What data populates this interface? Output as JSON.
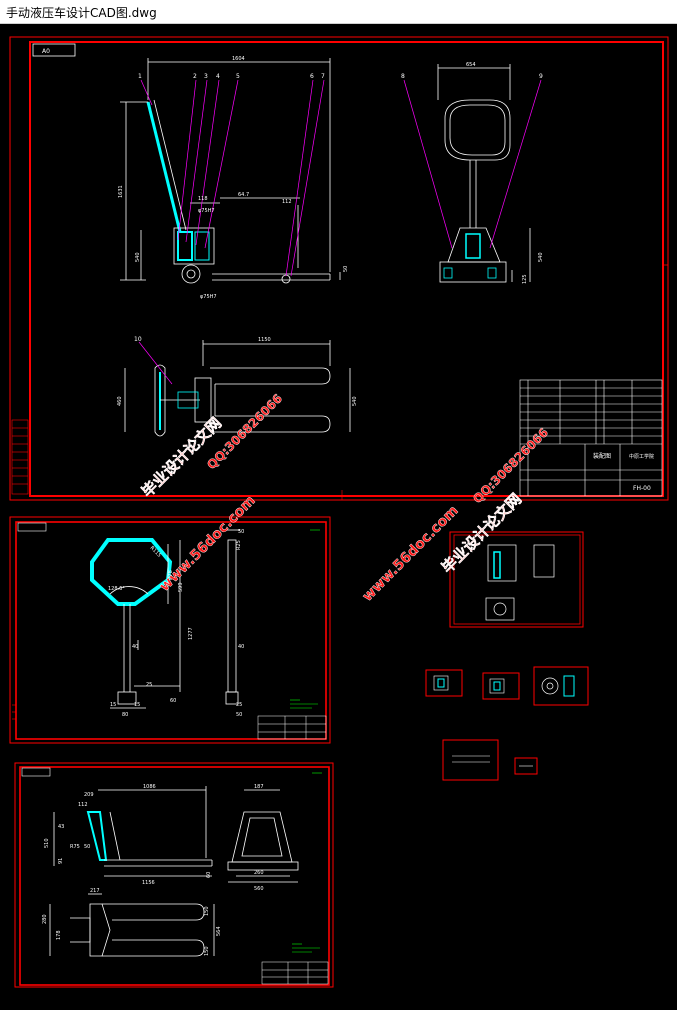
{
  "window": {
    "title": "手动液压车设计CAD图.dwg"
  },
  "sheet1": {
    "format": "A0",
    "dims": {
      "total_length": "1604",
      "height": "1631",
      "fork_height": "540",
      "handle_top": "118",
      "bore_upper": "φ75H7",
      "bore_lower": "φ75H7",
      "mid_length": "64.7",
      "right_offset": "112",
      "end_height": "50",
      "width": "654",
      "side_height": "540",
      "wheel_height": "125",
      "fork_length": "1150",
      "fork_width": "540",
      "left_width": "460"
    },
    "balloons": [
      "1",
      "2",
      "3",
      "4",
      "5",
      "6",
      "7",
      "8",
      "9",
      "10"
    ],
    "title_block": {
      "drawing_no": "FH-00",
      "name": "装配图",
      "company": "中原工学院"
    }
  },
  "sheet2": {
    "dims": {
      "angle": "128.6°",
      "r1": "R115",
      "r2": "R78",
      "d1": "40",
      "h1": "599",
      "h2": "1277",
      "h3": "40",
      "base1": "15",
      "base2": "80",
      "base3": "15",
      "base4": "25",
      "base5": "60",
      "side1": "50",
      "side2": "R25",
      "side3": "40",
      "side4": "25",
      "side5": "50"
    }
  },
  "sheet3": {
    "dims": {
      "top_len": "1086",
      "a1": "209",
      "a2": "112",
      "a3": "43",
      "h": "510",
      "r": "R75",
      "a4": "50",
      "a5": "91",
      "bottom_len": "1156",
      "end": "60",
      "w1": "187",
      "w2": "260",
      "w3": "560",
      "p1": "217",
      "p2": "280",
      "p3": "178",
      "p4": "150",
      "p5": "564",
      "p6": "150"
    }
  },
  "watermarks": {
    "url": "www.56doc.com",
    "qq": "QQ:306826066",
    "brand": "毕业设计论文网"
  },
  "colors": {
    "background": "#000000",
    "frame": "#ff0000",
    "lines": "#ffffff",
    "highlight": "#00ffff",
    "leaders": "#ff00ff",
    "watermark": "#ff1a1a",
    "note": "#00ff00"
  }
}
